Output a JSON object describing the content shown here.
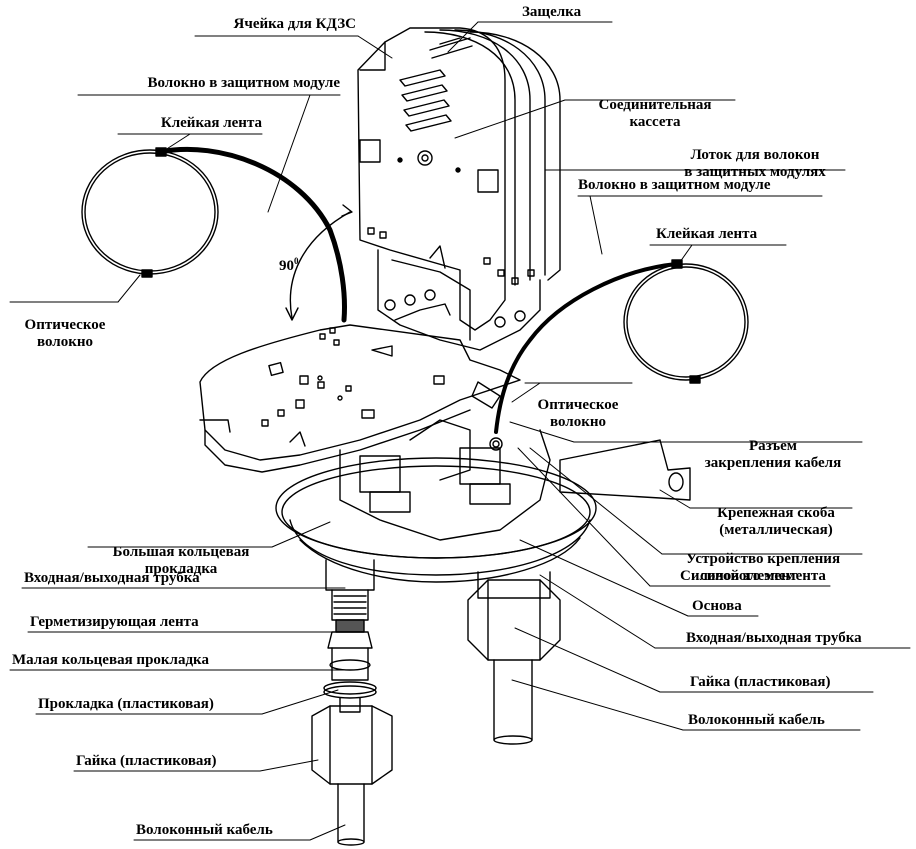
{
  "labels": {
    "kdzs_cell": "Ячейка для КДЗС",
    "latch": "Защелка",
    "fiber_module_left": "Волокно в защитном модуле",
    "splice_cassette": [
      "Соединительная",
      "кассета"
    ],
    "tape_left": "Клейкая лента",
    "module_tray": [
      "Лоток для волокон",
      "в защитных модулях"
    ],
    "fiber_module_right": "Волокно в защитном модуле",
    "tape_right": "Клейкая лента",
    "optical_fiber_left": [
      "Оптическое",
      "волокно"
    ],
    "optical_fiber_right": [
      "Оптическое",
      "волокно"
    ],
    "cable_connector": [
      "Разъем",
      "закрепления кабеля"
    ],
    "bracket": [
      "Крепежная скоба",
      "(металлическая)"
    ],
    "strength_device": [
      "Устройство крепления",
      "силового элемента"
    ],
    "large_gasket": [
      "Большая кольцевая",
      "прокладка"
    ],
    "strength_member": "Силовой элемент",
    "io_tube_left": "Входная/выходная трубка",
    "base": "Основа",
    "sealing_tape": "Герметизирующая лента",
    "io_tube_right": "Входная/выходная трубка",
    "small_gasket": "Малая кольцевая прокладка",
    "nut_right": "Гайка (пластиковая)",
    "plastic_gasket": "Прокладка (пластиковая)",
    "fiber_cable_right": "Волоконный кабель",
    "nut_left": "Гайка (пластиковая)",
    "fiber_cable_left": "Волоконный кабель"
  },
  "angle": "90",
  "angle_unit": "0"
}
